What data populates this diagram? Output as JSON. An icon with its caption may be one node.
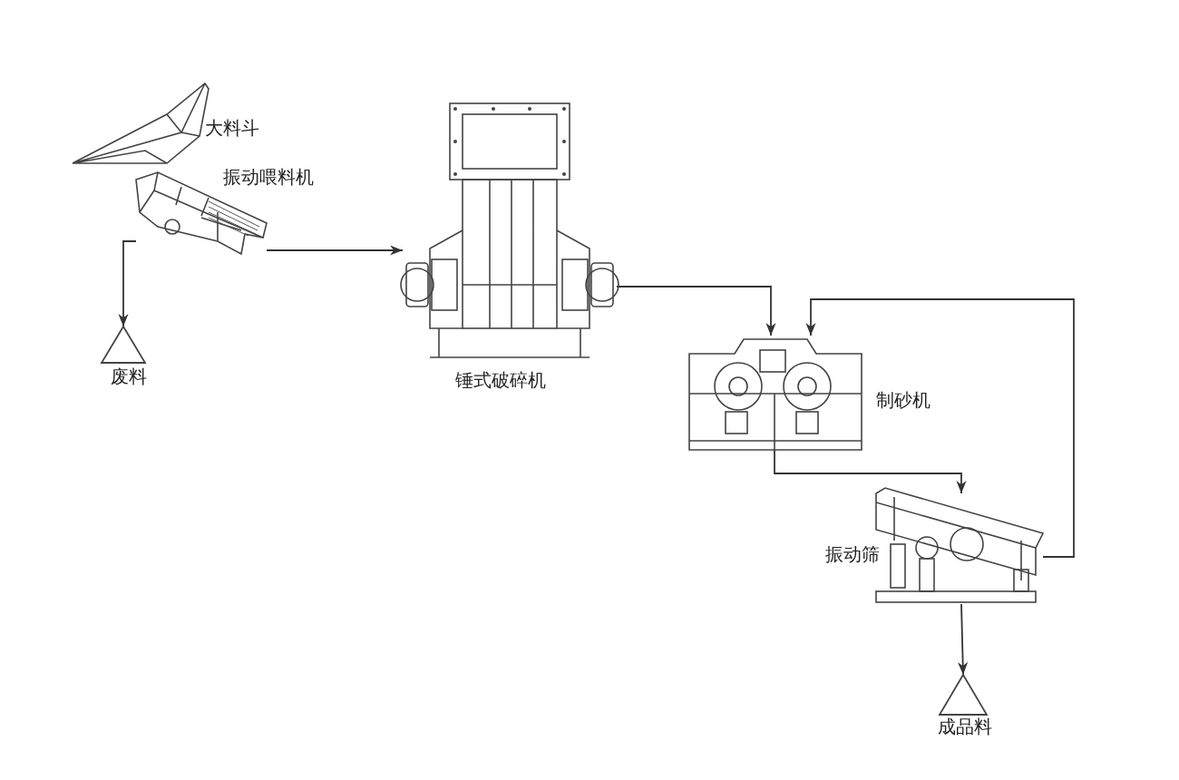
{
  "diagram": {
    "nodes": [
      {
        "text": [],
        "shape": "picture",
        "beside": [
          "大料斗"
        ]
      },
      {
        "text": [],
        "shape": "picture",
        "beside": [
          "振动喂料机"
        ]
      },
      {
        "text": [],
        "shape": "triangle",
        "beside": [
          "废料"
        ]
      },
      {
        "text": [],
        "shape": "picture",
        "beside": [
          "锤式破碎机"
        ]
      },
      {
        "text": [],
        "shape": "picture",
        "beside": [
          "制砂机"
        ]
      },
      {
        "text": [],
        "shape": "picture",
        "beside": [
          "振动筛"
        ]
      },
      {
        "text": [],
        "shape": "triangle",
        "beside": [
          "成品料"
        ]
      }
    ],
    "edges": [
      {
        "from": 1,
        "to": 2,
        "arrow": "to"
      },
      {
        "from": 1,
        "to": 3,
        "arrow": "to"
      },
      {
        "from": 3,
        "to": 4,
        "arrow": "to"
      },
      {
        "from": 4,
        "to": 5,
        "arrow": "to"
      },
      {
        "from": 5,
        "to": 4,
        "arrow": "to"
      },
      {
        "from": 5,
        "to": 6,
        "arrow": "to"
      }
    ]
  }
}
